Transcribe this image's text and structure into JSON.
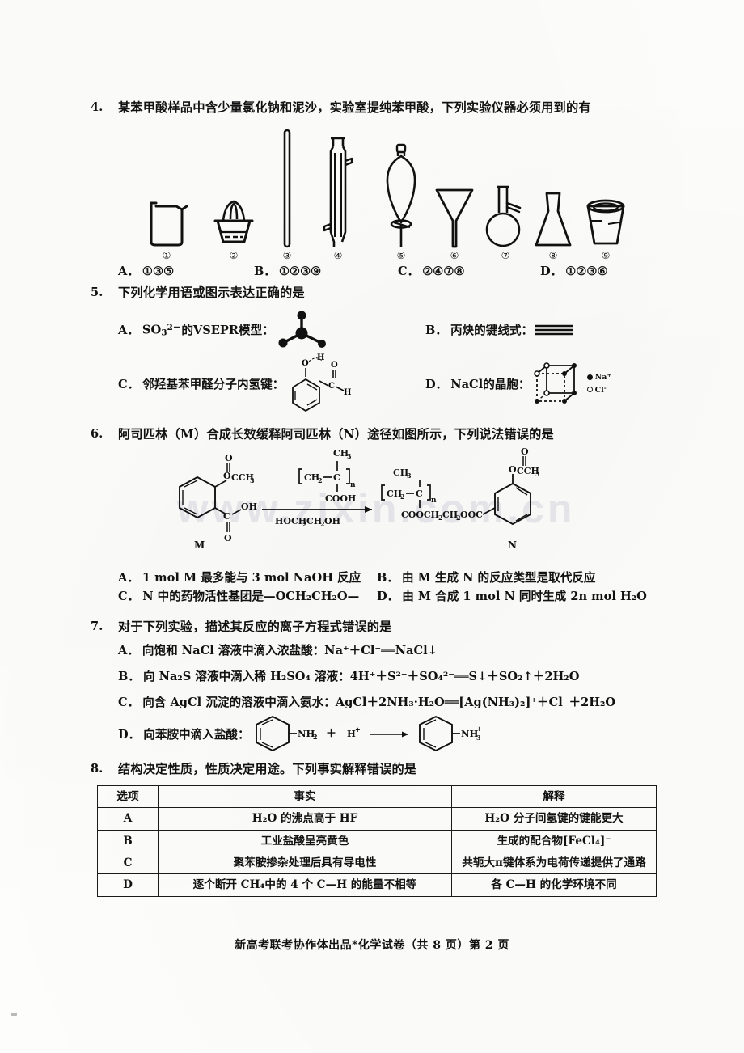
{
  "document": {
    "footer": "新高考联考协作体出品*化学试卷（共 8 页）第 2 页",
    "watermark": "www.zixin.com.cn"
  },
  "questions": [
    {
      "number": "4.",
      "stem": "某苯甲酸样品中含少量氯化钠和泥沙，实验室提纯苯甲酸，下列实验仪器必须用到的有",
      "apparatus": [
        {
          "no": "①",
          "icon": "beaker-icon",
          "name": "烧杯"
        },
        {
          "no": "②",
          "icon": "crucible-with-tongs-icon",
          "name": "坩埚"
        },
        {
          "no": "③",
          "icon": "glass-rod-icon",
          "name": "玻璃棒"
        },
        {
          "no": "④",
          "icon": "condenser-icon",
          "name": "冷凝管"
        },
        {
          "no": "⑤",
          "icon": "separating-funnel-icon",
          "name": "分液漏斗"
        },
        {
          "no": "⑥",
          "icon": "funnel-icon",
          "name": "漏斗"
        },
        {
          "no": "⑦",
          "icon": "distilling-flask-icon",
          "name": "蒸馏烧瓶"
        },
        {
          "no": "⑧",
          "icon": "erlenmeyer-flask-icon",
          "name": "锥形瓶"
        },
        {
          "no": "⑨",
          "icon": "evaporating-dish-icon",
          "name": "蒸发皿"
        }
      ],
      "answers": [
        {
          "label": "A．",
          "text": "①③⑤"
        },
        {
          "label": "B．",
          "text": "①②③⑨"
        },
        {
          "label": "C．",
          "text": "②④⑦⑧"
        },
        {
          "label": "D．",
          "text": "①②③⑥"
        }
      ]
    },
    {
      "number": "5.",
      "stem": "下列化学用语或图示表达正确的是",
      "options": [
        {
          "label": "A．",
          "text": "SO",
          "text_sub": "3",
          "text_sup": "2－",
          "text_tail": " 的VSEPR模型：",
          "figure": "vsepr-model-figure"
        },
        {
          "label": "B．",
          "text": "丙炔的键线式：",
          "figure": "propyne-skeletal-figure"
        },
        {
          "label": "C．",
          "text": "邻羟基苯甲醛分子内氢键：",
          "figure": "salicylaldehyde-hbond-figure"
        },
        {
          "label": "D．",
          "text": "NaCl的晶胞：",
          "figure": "nacl-unit-cell-figure"
        }
      ],
      "nacl_legend": {
        "sodium": "Na",
        "sodium_charge": "+",
        "chloride": "Cl",
        "chloride_charge": "-"
      }
    },
    {
      "number": "6.",
      "stem": "阿司匹林（M）合成长效缓释阿司匹林（N）途径如图所示，下列说法错误的是",
      "scheme": {
        "reactant_label": "M",
        "product_label": "N",
        "reagent_above_ch3": "CH",
        "reagent_above_ch3_sub": "3",
        "reagent_polymer_left": "CH",
        "reagent_polymer_left_sub": "2",
        "reagent_polymer_c": "C",
        "reagent_polymer_n": "n",
        "reagent_cooh": "COOH",
        "reagent_below": "HOCH2CH2OH",
        "m_acetyl": "OCCH",
        "m_acetyl_sub": "3",
        "m_cooh": "OH",
        "n_ester": "COOCH2CH2OOC",
        "n_acetyl": "OCCH3"
      },
      "options": [
        {
          "label": "A．",
          "text": "1 mol M 最多能与 3 mol NaOH 反应"
        },
        {
          "label": "B．",
          "text": "由 M 生成 N 的反应类型是取代反应"
        },
        {
          "label": "C．",
          "text": "N 中的药物活性基团是—OCH₂CH₂O—"
        },
        {
          "label": "D．",
          "text": "由 M 合成 1 mol N 同时生成 2n mol H₂O"
        }
      ]
    },
    {
      "number": "7.",
      "stem": "对于下列实验，描述其反应的离子方程式错误的是",
      "options": [
        {
          "label": "A．",
          "text": "向饱和 NaCl 溶液中滴入浓盐酸：Na⁺＋Cl⁻══NaCl↓"
        },
        {
          "label": "B．",
          "text": "向 Na₂S 溶液中滴入稀 H₂SO₄ 溶液：4H⁺＋S²⁻＋SO₄²⁻══S↓＋SO₂↑＋2H₂O"
        },
        {
          "label": "C．",
          "text": "向含 AgCl 沉淀的溶液中滴入氨水：AgCl＋2NH₃·H₂O══[Ag(NH₃)₂]⁺＋Cl⁻＋2H₂O"
        },
        {
          "label": "D．",
          "text": "向苯胺中滴入盐酸：",
          "figure": "aniline-protonation-figure",
          "fig_left_group": "NH",
          "fig_left_sub": "2",
          "fig_plus": "＋",
          "fig_proton": "H",
          "fig_proton_sup": "+",
          "fig_right_group": "NH",
          "fig_right_sub": "3",
          "fig_right_sup": "+"
        }
      ]
    },
    {
      "number": "8.",
      "stem": "结构决定性质，性质决定用途。下列事实解释错误的是",
      "table": {
        "headers": [
          "选项",
          "事实",
          "解释"
        ],
        "rows": [
          [
            "A",
            "H₂O 的沸点高于 HF",
            "H₂O 分子间氢键的键能更大"
          ],
          [
            "B",
            "工业盐酸呈亮黄色",
            "生成的配合物[FeCl₄]⁻"
          ],
          [
            "C",
            "聚苯胺掺杂处理后具有导电性",
            "共轭大π键体系为电荷传递提供了通路"
          ],
          [
            "D",
            "逐个断开 CH₄中的 4 个 C—H 的能量不相等",
            "各 C—H 的化学环境不同"
          ]
        ]
      }
    }
  ]
}
